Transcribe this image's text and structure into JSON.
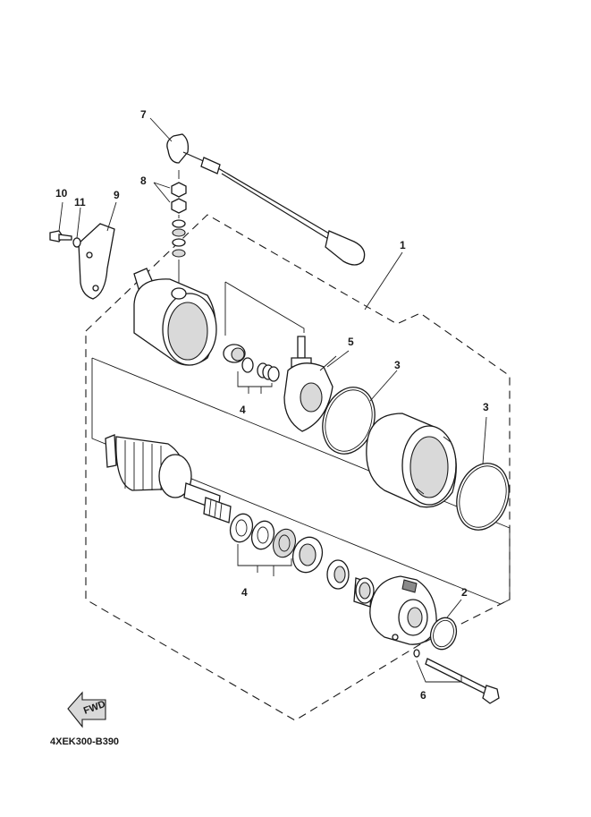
{
  "callouts": {
    "c1": "1",
    "c2": "2",
    "c3a": "3",
    "c3b": "3",
    "c4a": "4",
    "c4b": "4",
    "c5": "5",
    "c6": "6",
    "c7": "7",
    "c8": "8",
    "c9": "9",
    "c10": "10",
    "c11": "11"
  },
  "fwd_label": "FWD",
  "drawing_code": "4XEK300-B390"
}
